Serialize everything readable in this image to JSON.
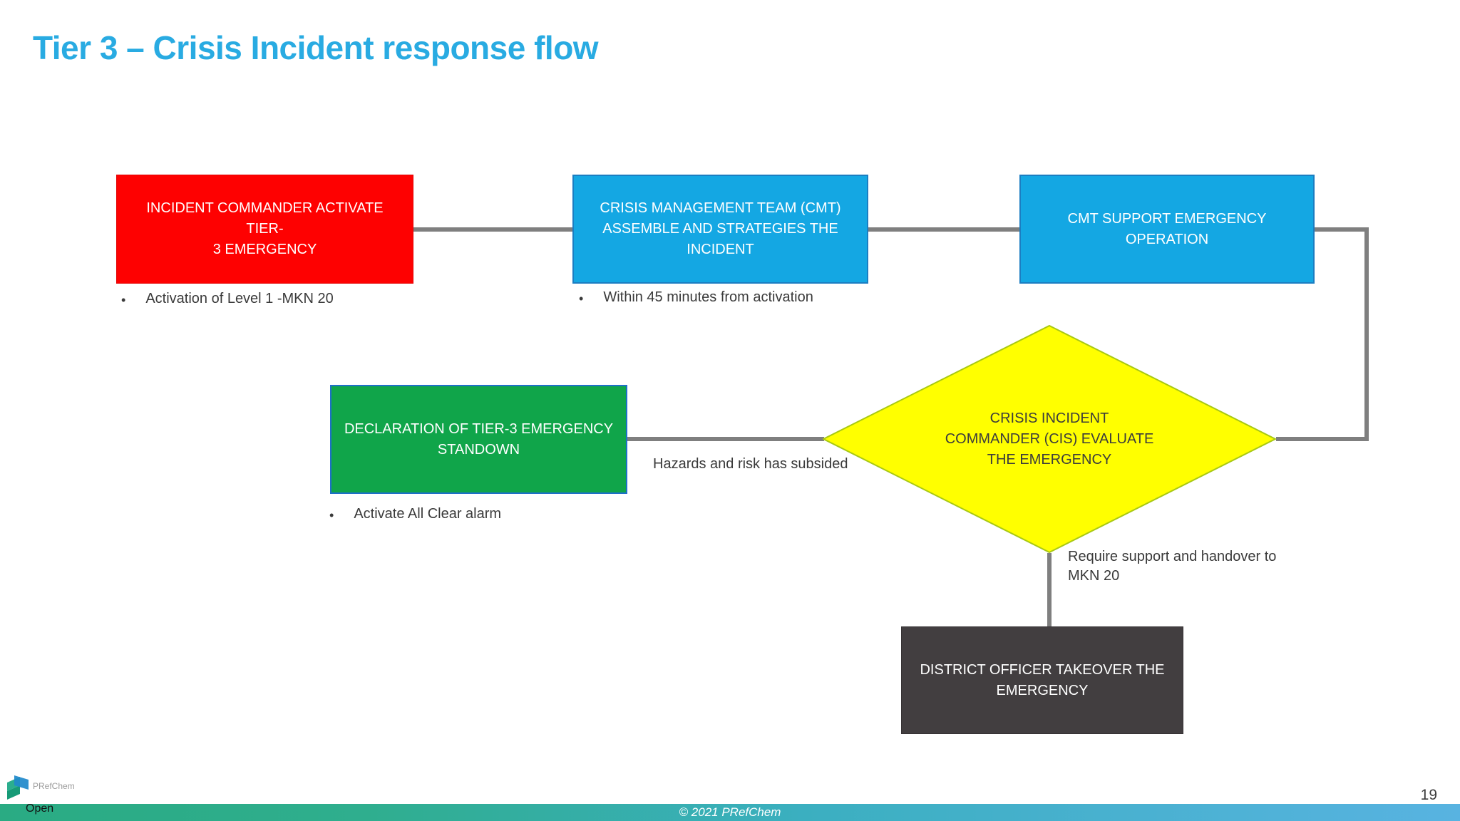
{
  "title": "Tier 3 – Crisis Incident response flow",
  "bullet_char": "•",
  "colors": {
    "title_blue": "#29ABE2",
    "process_red": "#FE0101",
    "process_blue": "#14A7E3",
    "process_green": "#10A54A",
    "decision_yellow": "#FFFF00",
    "process_dark": "#423E40",
    "connector_gray": "#7F7F7F",
    "footer_gradient_left": "#2AAB83",
    "footer_gradient_right": "#58B3E1"
  },
  "flowchart": {
    "incident_commander": {
      "label": "INCIDENT COMMANDER ACTIVATE TIER-\n3 EMERGENCY",
      "note": "Activation of Level 1 -MKN 20"
    },
    "cmt_assemble": {
      "label": "CRISIS MANAGEMENT TEAM (CMT)\nASSEMBLE AND STRATEGIES THE\nINCIDENT",
      "note": "Within 45 minutes from activation"
    },
    "cmt_support": {
      "label": "CMT SUPPORT EMERGENCY\nOPERATION"
    },
    "cic_evaluate": {
      "label": "CRISIS INCIDENT\nCOMMANDER (CIS) EVALUATE\nTHE EMERGENCY"
    },
    "standdown": {
      "label": "DECLARATION OF TIER-3 EMERGENCY\nSTANDOWN",
      "note": "Activate All Clear alarm"
    },
    "district_officer": {
      "label": "DISTRICT OFFICER TAKEOVER THE\nEMERGENCY"
    },
    "edge_labels": {
      "subsided": "Hazards and risk has subsided",
      "handover": "Require support and handover to\nMKN 20"
    }
  },
  "footer": {
    "logo_text": "PRefChem",
    "classification": "Open",
    "copyright": "© 2021 PRefChem",
    "page_number": "19"
  }
}
